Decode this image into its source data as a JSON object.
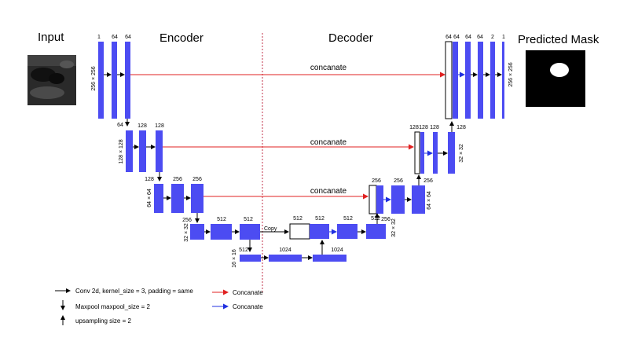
{
  "titles": {
    "input": "Input",
    "encoder": "Encoder",
    "decoder": "Decoder",
    "predicted_mask": "Predicted Mask"
  },
  "colors": {
    "block": "#4c4cf2",
    "concat_line": "#e02020",
    "concat_arrow_blue": "#2030e0",
    "divider": "#c0304a"
  },
  "level1": {
    "enc_channels": [
      "1",
      "64",
      "64"
    ],
    "dec_channels": [
      "64",
      "64",
      "64",
      "64",
      "2",
      "1"
    ],
    "enc_size": "256 × 256",
    "dec_size": "256 × 256",
    "concat": "concanate"
  },
  "level2": {
    "in_channels": "64",
    "enc_channels": [
      "128",
      "128"
    ],
    "enc_size": "128 × 128",
    "dec_channels": [
      "128",
      "128",
      "128"
    ],
    "dec_size": "32 × 32",
    "concat": "concanate"
  },
  "level3": {
    "in_channels": "128",
    "enc_channels": [
      "256",
      "256"
    ],
    "enc_size": "64 × 64",
    "dec_channels": [
      "256",
      "256",
      "256"
    ],
    "dec_size": "64 × 64",
    "concat": "concanate"
  },
  "level4": {
    "in_channels": "256",
    "enc_channels": [
      "512",
      "512"
    ],
    "enc_size": "32 × 32",
    "copy": "Copy",
    "dec_channels": [
      "512",
      "512",
      "512",
      "512"
    ],
    "dec_size": "32 × 32"
  },
  "bottleneck": {
    "in_channels": "512",
    "channels": [
      "1024",
      "1024"
    ],
    "size": "16 × 16"
  },
  "legend": {
    "conv": "Conv 2d, kernel_size = 3, padding = same",
    "maxpool": "Maxpool maxpool_size = 2",
    "upsample": "upsampling size = 2",
    "concat_red": "Concanate",
    "concat_blue": "Concanate"
  }
}
